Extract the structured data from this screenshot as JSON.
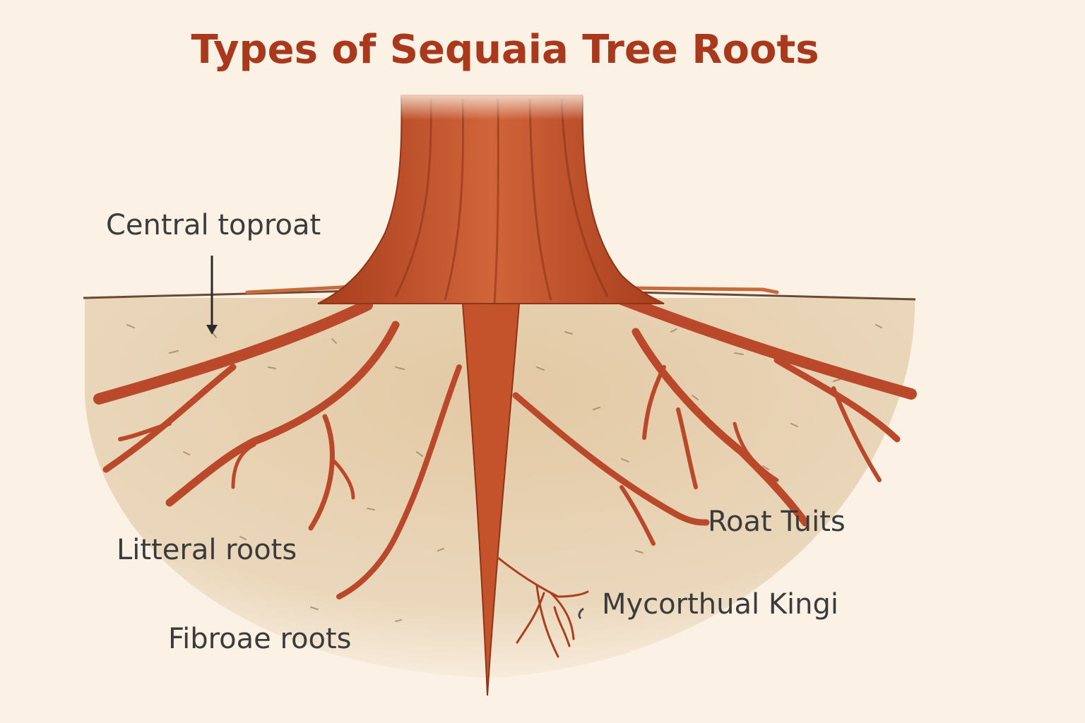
{
  "title": "Types of Sequaia Tree Roots",
  "labels": {
    "central_taproot": "Central toproat",
    "lateral_roots": "Litteral roots",
    "fibrous_roots": "Fibroae roots",
    "root_tufts": "Roat Tuits",
    "mycorrhizal_fungi": "Mycorthual Kingi"
  },
  "colors": {
    "background": "#fbf1e4",
    "soil": "#e6cfae",
    "root": "#c4532c",
    "root_dark": "#8e3417",
    "title": "#a8391c",
    "label_text": "#3b3b3b"
  }
}
